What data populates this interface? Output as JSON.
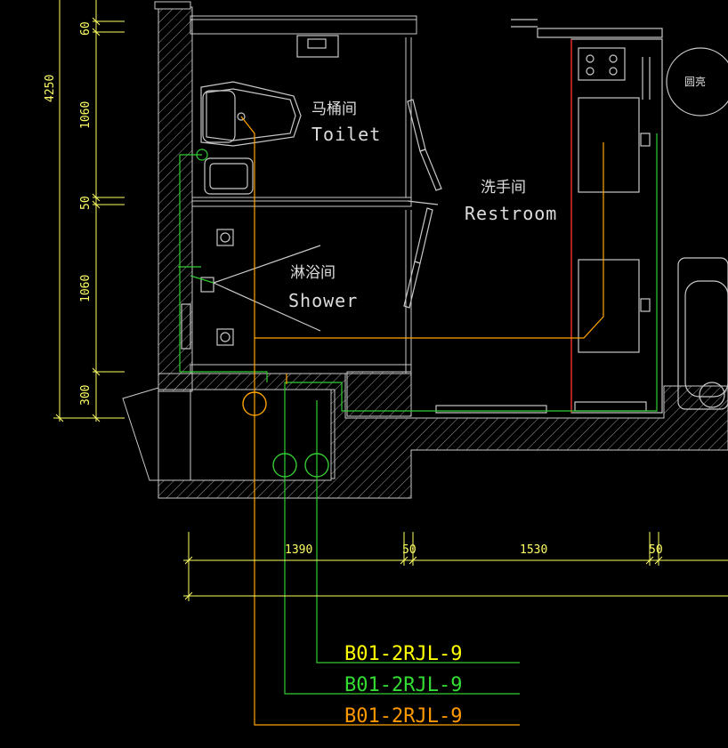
{
  "rooms": {
    "toilet_cn": "马桶间",
    "toilet_en": "Toilet",
    "restroom_cn": "洗手间",
    "restroom_en": "Restroom",
    "shower_cn": "淋浴间",
    "shower_en": "Shower",
    "round_label": "圆亮"
  },
  "vertical_dims": {
    "total": "4250",
    "seg_60": "60",
    "seg_1060_top": "1060",
    "seg_50": "50",
    "seg_1060_bottom": "1060",
    "seg_300": "300"
  },
  "horizontal_dims": {
    "d1390": "1390",
    "d50a": "50",
    "d1530": "1530",
    "d50b": "50"
  },
  "pipe_tags": {
    "tag1": "B01-2RJL-9",
    "tag2": "B01-2RJL-9",
    "tag3": "B01-2RJL-9"
  },
  "colors": {
    "background": "#000000",
    "wall": "#c8c8c8",
    "dimension": "#ffff66",
    "hot_water_pipe": "#ffa500",
    "cold_water_pipe": "#33cc33",
    "tag_yellow": "#ffff00",
    "tag_green": "#33dd33",
    "tag_orange": "#ff9900",
    "accent_red": "#ff2020"
  }
}
